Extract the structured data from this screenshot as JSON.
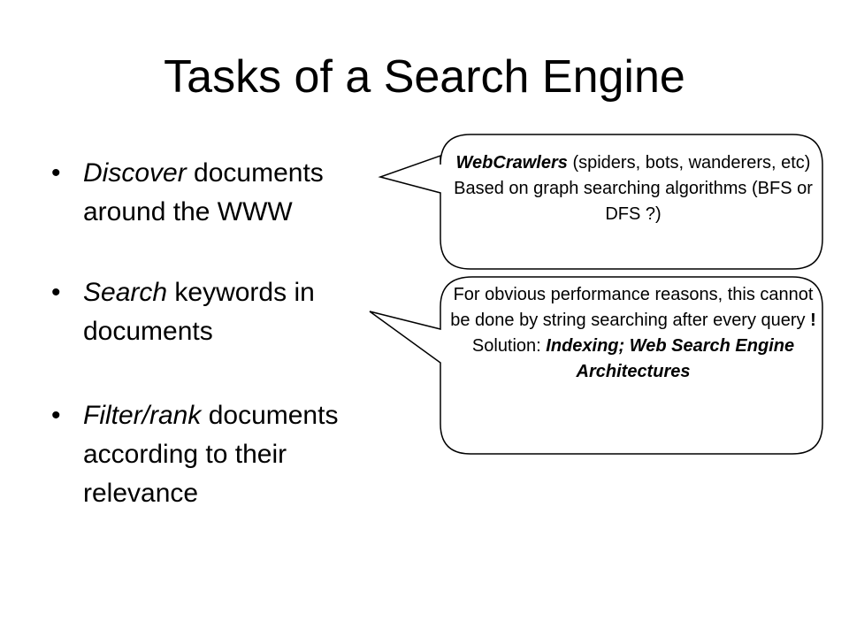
{
  "slide": {
    "title": "Tasks of a Search Engine",
    "bullets": [
      {
        "marker": "•",
        "emph": "Discover",
        "rest": " documents around the WWW"
      },
      {
        "marker": "•",
        "emph": "Search",
        "rest": " keywords in documents"
      },
      {
        "marker": "•",
        "emph": "Filter/rank",
        "rest": " documents according to their relevance"
      }
    ],
    "callout1": {
      "line1_bold": "WebCrawlers",
      "line1_rest": " (spiders, bots, wanderers, etc)",
      "line2": "Based on graph  searching algorithms  (BFS or DFS ?)"
    },
    "callout2": {
      "para": "For obvious performance reasons, this cannot be done by string searching after every query",
      "excl": " !",
      "sol_prefix": "Solution: ",
      "sol_bold": "Indexing; Web Search Engine Architectures"
    },
    "colors": {
      "text": "#000000",
      "background": "#ffffff",
      "callout_border": "#000000"
    }
  }
}
